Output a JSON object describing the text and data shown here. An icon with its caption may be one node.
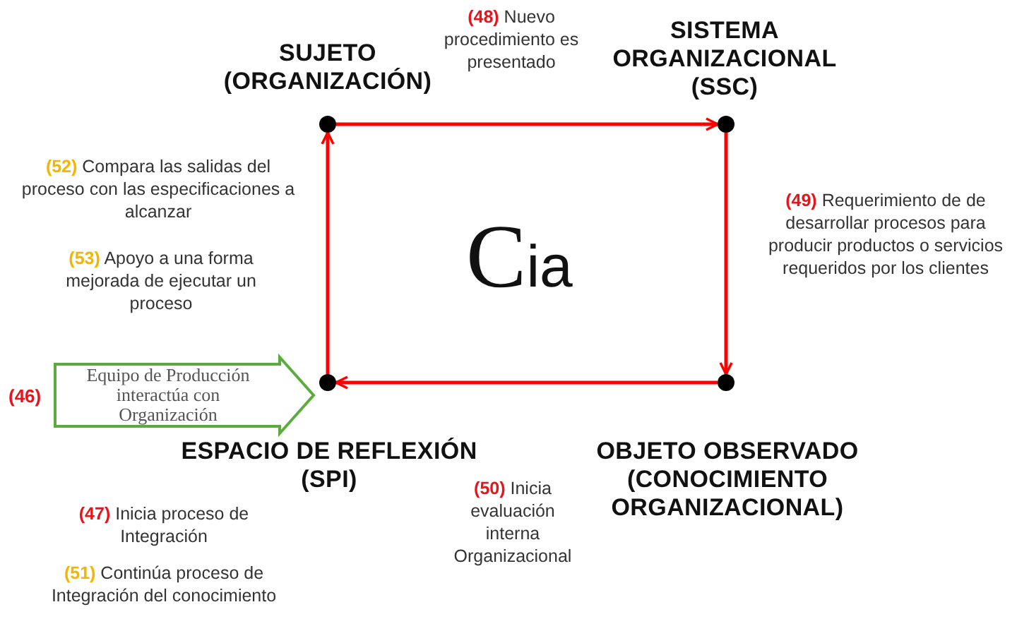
{
  "diagram": {
    "nodes": [
      {
        "text": [],
        "shape": "circle",
        "beside": [
          "SUJETO (ORGANIZACIÓN)"
        ]
      },
      {
        "text": [],
        "shape": "circle",
        "beside": [
          "SISTEMA ORGANIZACIONAL (SSC)"
        ]
      },
      {
        "text": [
          "Equipo de Producción interactúa con Organización"
        ],
        "beside": [
          "(46)"
        ]
      },
      {
        "text": [],
        "shape": "circle"
      },
      {
        "text": [],
        "shape": "circle",
        "beside": [
          "OBJETO OBSERVADO (CONOCIMIENTO ORGANIZACIONAL)"
        ]
      }
    ],
    "edges": [
      {
        "from": 0,
        "to": 1,
        "arrow": "to"
      },
      {
        "from": 1,
        "to": 4,
        "arrow": "to"
      },
      {
        "from": 4,
        "to": 3,
        "arrow": "to"
      },
      {
        "from": 3,
        "to": 0,
        "arrow": "to"
      }
    ],
    "labels": [
      "**(48)** Nuevo procedimiento es presentado",
      "**(52)** Compara las salidas del proceso con las especificaciones a alcanzar",
      "Cia",
      "**(49)** Requerimiento de de desarrollar procesos para producir productos o servicios requeridos por los clientes",
      "**(53)** Apoyo a una forma mejorada de ejecutar un proceso",
      "ESPACIO DE REFLEXIÓN (SPI)",
      "**(50)** Inicia evaluación interna Organizacional",
      "**(47)** Inicia proceso de Integración",
      "**(51)** Continúa proceso de Integración del conocimiento"
    ]
  }
}
